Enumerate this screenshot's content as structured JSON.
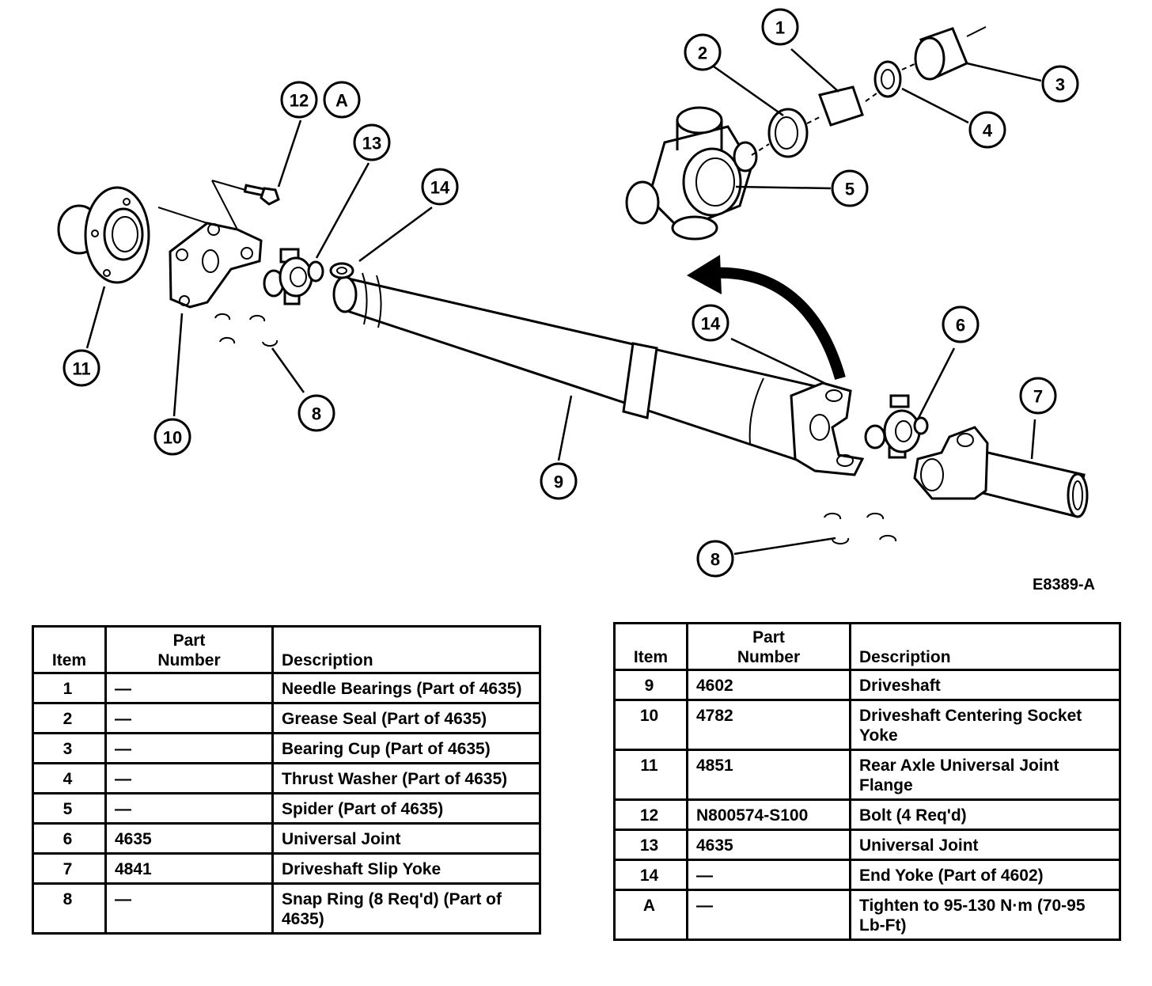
{
  "figure": {
    "code": "E8389-A",
    "callouts": [
      "1",
      "2",
      "3",
      "4",
      "5",
      "6",
      "7",
      "8",
      "9",
      "10",
      "11",
      "12",
      "13",
      "14",
      "A"
    ]
  },
  "headers": {
    "item": "Item",
    "part_number": "Part\nNumber",
    "description": "Description"
  },
  "table_left": [
    {
      "item": "1",
      "part": "—",
      "desc": "Needle Bearings (Part of 4635)"
    },
    {
      "item": "2",
      "part": "—",
      "desc": "Grease Seal (Part of 4635)"
    },
    {
      "item": "3",
      "part": "—",
      "desc": "Bearing Cup (Part of 4635)"
    },
    {
      "item": "4",
      "part": "—",
      "desc": "Thrust Washer (Part of 4635)"
    },
    {
      "item": "5",
      "part": "—",
      "desc": "Spider (Part of 4635)"
    },
    {
      "item": "6",
      "part": "4635",
      "desc": "Universal Joint"
    },
    {
      "item": "7",
      "part": "4841",
      "desc": "Driveshaft Slip Yoke"
    },
    {
      "item": "8",
      "part": "—",
      "desc": "Snap Ring (8 Req'd) (Part of 4635)"
    }
  ],
  "table_right": [
    {
      "item": "9",
      "part": "4602",
      "desc": "Driveshaft"
    },
    {
      "item": "10",
      "part": "4782",
      "desc": "Driveshaft Centering Socket Yoke"
    },
    {
      "item": "11",
      "part": "4851",
      "desc": "Rear Axle Universal Joint Flange"
    },
    {
      "item": "12",
      "part": "N800574-S100",
      "desc": "Bolt (4 Req'd)"
    },
    {
      "item": "13",
      "part": "4635",
      "desc": "Universal Joint"
    },
    {
      "item": "14",
      "part": "—",
      "desc": "End Yoke (Part of 4602)"
    },
    {
      "item": "A",
      "part": "—",
      "desc": "Tighten to 95-130 N·m (70-95 Lb-Ft)"
    }
  ]
}
